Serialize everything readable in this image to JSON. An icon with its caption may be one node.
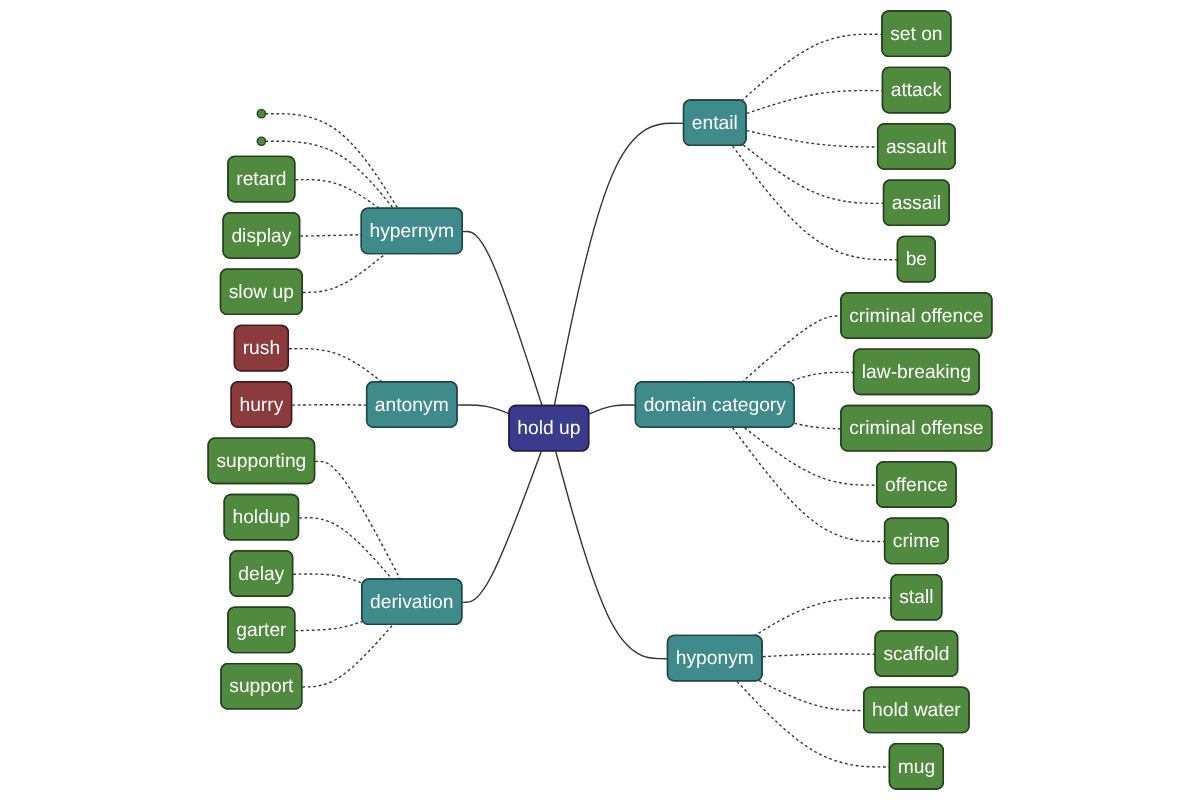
{
  "diagram": {
    "nodes": [
      {
        "text": [
          "hold up"
        ]
      },
      {
        "text": [
          "hypernym"
        ]
      },
      {
        "text": [],
        "shape": "circle"
      },
      {
        "text": [],
        "shape": "circle"
      },
      {
        "text": [
          "retard"
        ]
      },
      {
        "text": [
          "display"
        ]
      },
      {
        "text": [
          "slow up"
        ]
      },
      {
        "text": [
          "antonym"
        ]
      },
      {
        "text": [
          "rush"
        ]
      },
      {
        "text": [
          "hurry"
        ]
      },
      {
        "text": [
          "derivation"
        ]
      },
      {
        "text": [
          "supporting"
        ]
      },
      {
        "text": [
          "holdup"
        ]
      },
      {
        "text": [
          "delay"
        ]
      },
      {
        "text": [
          "garter"
        ]
      },
      {
        "text": [
          "support"
        ]
      },
      {
        "text": [
          "entail"
        ]
      },
      {
        "text": [
          "set on"
        ]
      },
      {
        "text": [
          "attack"
        ]
      },
      {
        "text": [
          "assault"
        ]
      },
      {
        "text": [
          "assail"
        ]
      },
      {
        "text": [
          "be"
        ]
      },
      {
        "text": [
          "domain category"
        ]
      },
      {
        "text": [
          "criminal offence"
        ]
      },
      {
        "text": [
          "law-breaking"
        ]
      },
      {
        "text": [
          "criminal offense"
        ]
      },
      {
        "text": [
          "offence"
        ]
      },
      {
        "text": [
          "crime"
        ]
      },
      {
        "text": [
          "hyponym"
        ]
      },
      {
        "text": [
          "stall"
        ]
      },
      {
        "text": [
          "scaffold"
        ]
      },
      {
        "text": [
          "hold water"
        ]
      },
      {
        "text": [
          "mug"
        ]
      }
    ],
    "edges": [
      {
        "from": 1,
        "to": 0,
        "arrow": "none"
      },
      {
        "from": 2,
        "to": 1,
        "arrow": "none",
        "style": "dashed"
      },
      {
        "from": 3,
        "to": 1,
        "arrow": "none",
        "style": "dashed"
      },
      {
        "from": 4,
        "to": 1,
        "arrow": "none",
        "style": "dashed"
      },
      {
        "from": 5,
        "to": 1,
        "arrow": "none",
        "style": "dashed"
      },
      {
        "from": 6,
        "to": 1,
        "arrow": "none",
        "style": "dashed"
      },
      {
        "from": 7,
        "to": 0,
        "arrow": "none"
      },
      {
        "from": 8,
        "to": 7,
        "arrow": "none",
        "style": "dashed"
      },
      {
        "from": 9,
        "to": 7,
        "arrow": "none",
        "style": "dashed"
      },
      {
        "from": 10,
        "to": 0,
        "arrow": "none"
      },
      {
        "from": 11,
        "to": 10,
        "arrow": "none",
        "style": "dashed"
      },
      {
        "from": 12,
        "to": 10,
        "arrow": "none",
        "style": "dashed"
      },
      {
        "from": 13,
        "to": 10,
        "arrow": "none",
        "style": "dashed"
      },
      {
        "from": 14,
        "to": 10,
        "arrow": "none",
        "style": "dashed"
      },
      {
        "from": 15,
        "to": 10,
        "arrow": "none",
        "style": "dashed"
      },
      {
        "from": 0,
        "to": 16,
        "arrow": "none"
      },
      {
        "from": 16,
        "to": 17,
        "arrow": "none",
        "style": "dashed"
      },
      {
        "from": 16,
        "to": 18,
        "arrow": "none",
        "style": "dashed"
      },
      {
        "from": 16,
        "to": 19,
        "arrow": "none",
        "style": "dashed"
      },
      {
        "from": 16,
        "to": 20,
        "arrow": "none",
        "style": "dashed"
      },
      {
        "from": 16,
        "to": 21,
        "arrow": "none",
        "style": "dashed"
      },
      {
        "from": 0,
        "to": 22,
        "arrow": "none"
      },
      {
        "from": 22,
        "to": 23,
        "arrow": "none",
        "style": "dashed"
      },
      {
        "from": 22,
        "to": 24,
        "arrow": "none",
        "style": "dashed"
      },
      {
        "from": 22,
        "to": 25,
        "arrow": "none",
        "style": "dashed"
      },
      {
        "from": 22,
        "to": 26,
        "arrow": "none",
        "style": "dashed"
      },
      {
        "from": 22,
        "to": 27,
        "arrow": "none",
        "style": "dashed"
      },
      {
        "from": 0,
        "to": 28,
        "arrow": "none"
      },
      {
        "from": 28,
        "to": 29,
        "arrow": "none",
        "style": "dashed"
      },
      {
        "from": 28,
        "to": 30,
        "arrow": "none",
        "style": "dashed"
      },
      {
        "from": 28,
        "to": 31,
        "arrow": "none",
        "style": "dashed"
      },
      {
        "from": 28,
        "to": 32,
        "arrow": "none",
        "style": "dashed"
      }
    ]
  }
}
